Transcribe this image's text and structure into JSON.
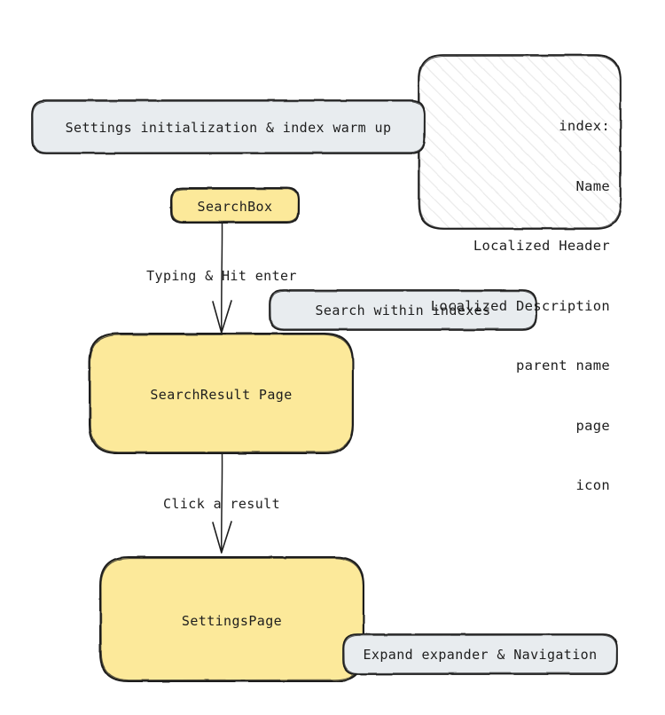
{
  "diagram": {
    "type": "flowchart",
    "style": "hand-drawn-sketch",
    "background": "#ffffff",
    "colors": {
      "node_fill": "#fce99a",
      "note_fill": "#e8ecef",
      "hatch_fill": "#ffffff",
      "hatch_stroke": "#e9e9e9",
      "stroke": "#1e1e1e",
      "text": "#1e1e1e"
    },
    "nodes": [
      {
        "id": "searchbox",
        "label": "SearchBox",
        "kind": "process",
        "fill": "#fce99a"
      },
      {
        "id": "searchresult",
        "label": "SearchResult Page",
        "kind": "process",
        "fill": "#fce99a"
      },
      {
        "id": "settingspage",
        "label": "SettingsPage",
        "kind": "process",
        "fill": "#fce99a"
      }
    ],
    "notes": [
      {
        "id": "note-init",
        "label": "Settings initialization & index warm up",
        "fill": "#e8ecef"
      },
      {
        "id": "note-search",
        "label": "Search within indexes",
        "fill": "#e8ecef"
      },
      {
        "id": "note-expand",
        "label": "Expand expander & Navigation",
        "fill": "#e8ecef"
      }
    ],
    "index_box": {
      "id": "index-box",
      "title": "index:",
      "fields": [
        "Name",
        "Localized Header",
        "Localized Description",
        "parent name",
        "page",
        "icon"
      ]
    },
    "edges": [
      {
        "id": "edge-typing",
        "from": "searchbox",
        "to": "searchresult",
        "label": "Typing & Hit enter"
      },
      {
        "id": "edge-click",
        "from": "searchresult",
        "to": "settingspage",
        "label": "Click a result"
      }
    ]
  }
}
